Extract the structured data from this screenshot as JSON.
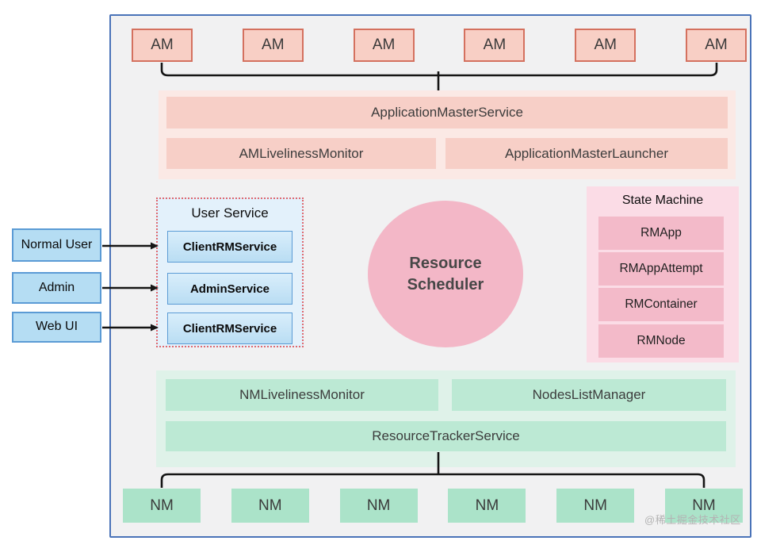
{
  "colors": {
    "container_border": "#4a73b8",
    "container_bg": "#f1f1f2",
    "am_box_bg": "#f8cfc5",
    "am_box_border": "#d4715f",
    "pink_panel_bg": "#fbe9e5",
    "pink_bar_bg": "#f7cfc7",
    "scheduler_bg": "#f3b7c7",
    "state_panel_bg": "#fbdce6",
    "state_bar_bg": "#f3bac9",
    "user_service_bg": "#e3f1fb",
    "user_service_border": "#e0696f",
    "blue_box_bg": "#b5ddf3",
    "blue_box_border": "#5b9bd5",
    "green_panel_bg": "#dff2e9",
    "green_bar_bg": "#bce9d4",
    "nm_box_bg": "#abe3c9",
    "line_color": "#151515"
  },
  "top_row": {
    "boxes": [
      "AM",
      "AM",
      "AM",
      "AM",
      "AM",
      "AM"
    ]
  },
  "am_section": {
    "service": "ApplicationMasterService",
    "monitor": "AMLivelinessMonitor",
    "launcher": "ApplicationMasterLauncher"
  },
  "clients": {
    "normal_user": "Normal User",
    "admin": "Admin",
    "web_ui": "Web UI"
  },
  "user_service": {
    "title": "User Service",
    "items": [
      "ClientRMService",
      "AdminService",
      "ClientRMService"
    ]
  },
  "scheduler": {
    "label": "Resource Scheduler"
  },
  "state_machine": {
    "title": "State Machine",
    "items": [
      "RMApp",
      "RMAppAttempt",
      "RMContainer",
      "RMNode"
    ]
  },
  "nm_section": {
    "monitor": "NMLivelinessMonitor",
    "manager": "NodesListManager",
    "tracker": "ResourceTrackerService"
  },
  "bottom_row": {
    "boxes": [
      "NM",
      "NM",
      "NM",
      "NM",
      "NM",
      "NM"
    ]
  },
  "watermark": "@稀土掘金技术社区"
}
